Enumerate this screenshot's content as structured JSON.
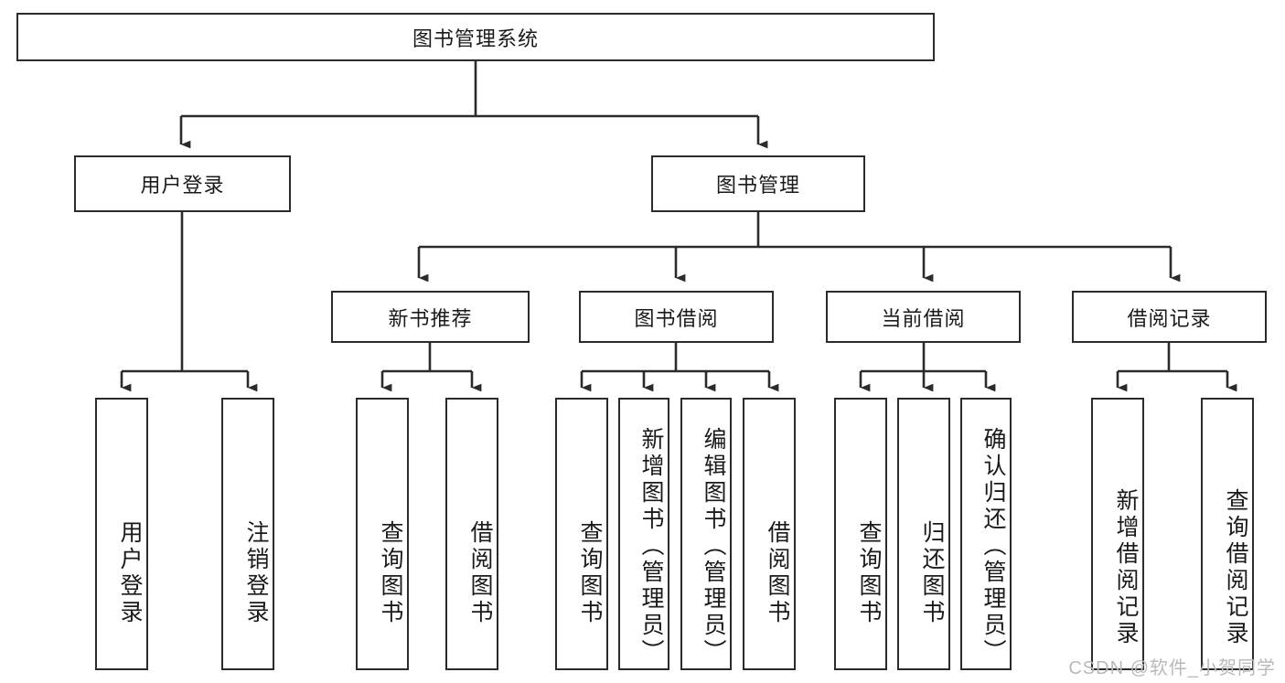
{
  "diagram": {
    "title": "图书管理系统",
    "watermark": "CSDN @软件_小贺同学",
    "colors": {
      "box_border": "#2b2b2b",
      "box_fill": "#ffffff",
      "connector": "#2b2b2b",
      "text": "#1a1a1a",
      "watermark": "#b9b9b9"
    },
    "levels": {
      "root": {
        "label": "图书管理系统"
      },
      "level2": [
        {
          "label": "用户登录"
        },
        {
          "label": "图书管理"
        }
      ],
      "level3": [
        {
          "label": "新书推荐"
        },
        {
          "label": "图书借阅"
        },
        {
          "label": "当前借阅"
        },
        {
          "label": "借阅记录"
        }
      ],
      "leaves": [
        {
          "label": "用户登录",
          "parent": "用户登录"
        },
        {
          "label": "注销登录",
          "parent": "用户登录"
        },
        {
          "label": "查询图书",
          "parent": "新书推荐"
        },
        {
          "label": "借阅图书",
          "parent": "新书推荐"
        },
        {
          "label": "查询图书",
          "parent": "图书借阅"
        },
        {
          "label": "新增图书（管理员）",
          "parent": "图书借阅"
        },
        {
          "label": "编辑图书（管理员）",
          "parent": "图书借阅"
        },
        {
          "label": "借阅图书",
          "parent": "图书借阅"
        },
        {
          "label": "查询图书",
          "parent": "当前借阅"
        },
        {
          "label": "归还图书",
          "parent": "当前借阅"
        },
        {
          "label": "确认归还（管理员）",
          "parent": "当前借阅"
        },
        {
          "label": "新增借阅记录",
          "parent": "借阅记录"
        },
        {
          "label": "查询借阅记录",
          "parent": "借阅记录"
        }
      ]
    }
  }
}
